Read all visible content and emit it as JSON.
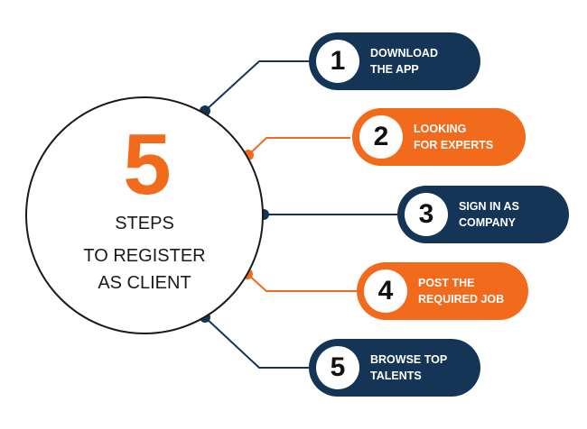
{
  "colors": {
    "navy": "#143556",
    "orange": "#f26a1b",
    "line": "#1a1a1a"
  },
  "center": {
    "big_number": "5",
    "word": "STEPS",
    "line1": "TO REGISTER",
    "line2": "AS CLIENT"
  },
  "steps": [
    {
      "number": "1",
      "line1": "DOWNLOAD",
      "line2": "THE APP",
      "color": "#143556"
    },
    {
      "number": "2",
      "line1": "LOOKING",
      "line2": "FOR EXPERTS",
      "color": "#f26a1b"
    },
    {
      "number": "3",
      "line1": "SIGN IN AS",
      "line2": "COMPANY",
      "color": "#143556"
    },
    {
      "number": "4",
      "line1": "POST THE",
      "line2": "REQUIRED JOB",
      "color": "#f26a1b"
    },
    {
      "number": "5",
      "line1": "BROWSE TOP",
      "line2": "TALENTS",
      "color": "#143556"
    }
  ]
}
